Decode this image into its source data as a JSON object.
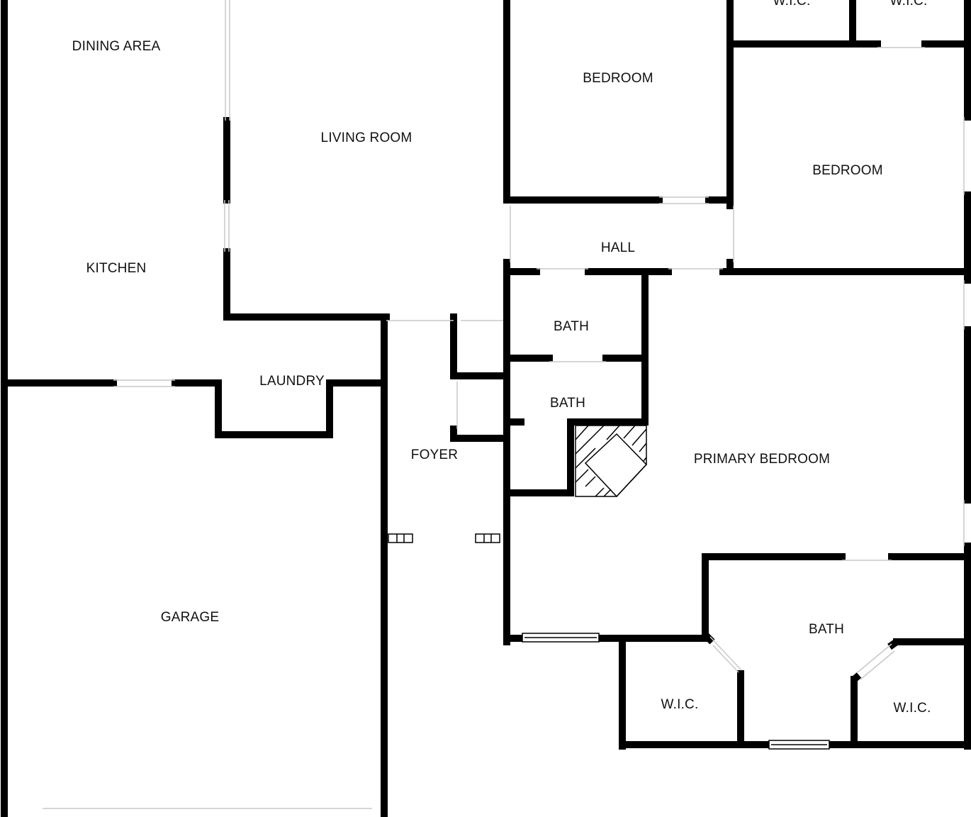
{
  "colors": {
    "wall": "#000000",
    "background": "#ffffff",
    "opening": "#c8c8c8"
  },
  "rooms": {
    "dining_area": "DINING AREA",
    "living_room": "LIVING ROOM",
    "bedroom_1": "BEDROOM",
    "wic_top_1": "W.I.C.",
    "wic_top_2": "W.I.C.",
    "bedroom_2": "BEDROOM",
    "hall": "HALL",
    "kitchen": "KITCHEN",
    "bath_1": "BATH",
    "bath_2": "BATH",
    "laundry": "LAUNDRY",
    "foyer": "FOYER",
    "primary_bedroom": "PRIMARY BEDROOM",
    "garage": "GARAGE",
    "bath_primary": "BATH",
    "wic_left": "W.I.C.",
    "wic_right": "W.I.C."
  }
}
